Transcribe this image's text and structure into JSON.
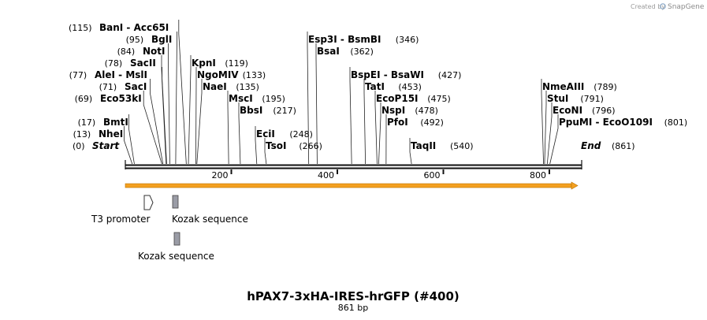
{
  "credit": {
    "prefix": "Created by",
    "brand": "SnapGene"
  },
  "map": {
    "title": "hPAX7-3xHA-IRES-hrGFP (#400)",
    "length_label": "861 bp",
    "length": 861,
    "start_label": "Start",
    "end_label": "End",
    "start_pos": "(0)",
    "end_pos": "(861)",
    "ticks": [
      {
        "value": 200,
        "label": "200"
      },
      {
        "value": 400,
        "label": "400"
      },
      {
        "value": 600,
        "label": "600"
      },
      {
        "value": 800,
        "label": "800"
      }
    ],
    "orf_color": "#f4a020",
    "feature_gray": "#9a9ca6"
  },
  "sites": [
    {
      "name": "NheI",
      "pos": 13,
      "pos_label": "(13)"
    },
    {
      "name": "BmtI",
      "pos": 17,
      "pos_label": "(17)"
    },
    {
      "name": "Eco53kI",
      "pos": 69,
      "pos_label": "(69)"
    },
    {
      "name": "SacI",
      "pos": 71,
      "pos_label": "(71)"
    },
    {
      "name": "AleI - MslI",
      "pos": 77,
      "pos_label": "(77)"
    },
    {
      "name": "SacII",
      "pos": 78,
      "pos_label": "(78)"
    },
    {
      "name": "NotI",
      "pos": 84,
      "pos_label": "(84)"
    },
    {
      "name": "BglI",
      "pos": 95,
      "pos_label": "(95)"
    },
    {
      "name": "BanI - Acc65I",
      "pos": 115,
      "pos_label": "(115)"
    },
    {
      "name": "KpnI",
      "pos": 119,
      "pos_label": "(119)"
    },
    {
      "name": "NgoMIV",
      "pos": 133,
      "pos_label": "(133)"
    },
    {
      "name": "NaeI",
      "pos": 135,
      "pos_label": "(135)"
    },
    {
      "name": "MscI",
      "pos": 195,
      "pos_label": "(195)"
    },
    {
      "name": "BbsI",
      "pos": 217,
      "pos_label": "(217)"
    },
    {
      "name": "EciI",
      "pos": 248,
      "pos_label": "(248)"
    },
    {
      "name": "TsoI",
      "pos": 266,
      "pos_label": "(266)"
    },
    {
      "name": "Esp3I - BsmBI",
      "pos": 346,
      "pos_label": "(346)"
    },
    {
      "name": "BsaI",
      "pos": 362,
      "pos_label": "(362)"
    },
    {
      "name": "BspEI - BsaWI",
      "pos": 427,
      "pos_label": "(427)"
    },
    {
      "name": "TatI",
      "pos": 453,
      "pos_label": "(453)"
    },
    {
      "name": "EcoP15I",
      "pos": 475,
      "pos_label": "(475)"
    },
    {
      "name": "NspI",
      "pos": 478,
      "pos_label": "(478)"
    },
    {
      "name": "PfoI",
      "pos": 492,
      "pos_label": "(492)"
    },
    {
      "name": "TaqII",
      "pos": 540,
      "pos_label": "(540)"
    },
    {
      "name": "NmeAIII",
      "pos": 789,
      "pos_label": "(789)"
    },
    {
      "name": "StuI",
      "pos": 791,
      "pos_label": "(791)"
    },
    {
      "name": "EcoNI",
      "pos": 796,
      "pos_label": "(796)"
    },
    {
      "name": "PpuMI - EcoO109I",
      "pos": 801,
      "pos_label": "(801)"
    }
  ],
  "features": [
    {
      "label": "T3 promoter",
      "type": "promoter"
    },
    {
      "label": "Kozak sequence",
      "type": "box"
    },
    {
      "label": "Kozak sequence",
      "type": "box"
    }
  ]
}
